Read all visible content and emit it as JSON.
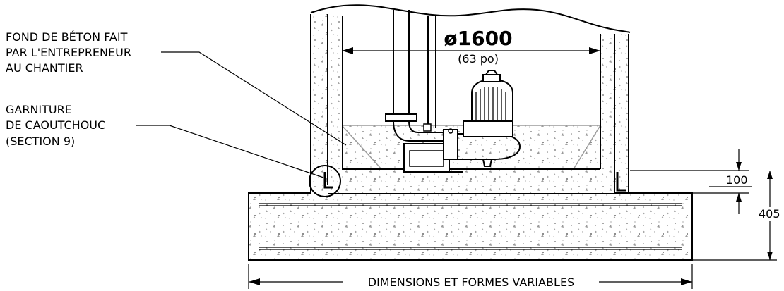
{
  "labels": {
    "concrete_fill": [
      "FOND DE BÉTON FAIT",
      "PAR L'ENTREPRENEUR",
      "AU CHANTIER"
    ],
    "rubber_gasket": [
      "GARNITURE",
      "DE CAOUTCHOUC",
      "(SECTION 9)"
    ]
  },
  "dimensions": {
    "diameter": "ø1600",
    "diameter_imperial": "(63  po)",
    "fill_height": "100",
    "base_height": "405",
    "base_width": "DIMENSIONS ET FORMES VARIABLES"
  },
  "icons": [
    "pump-icon",
    "concrete-texture",
    "break-line"
  ]
}
